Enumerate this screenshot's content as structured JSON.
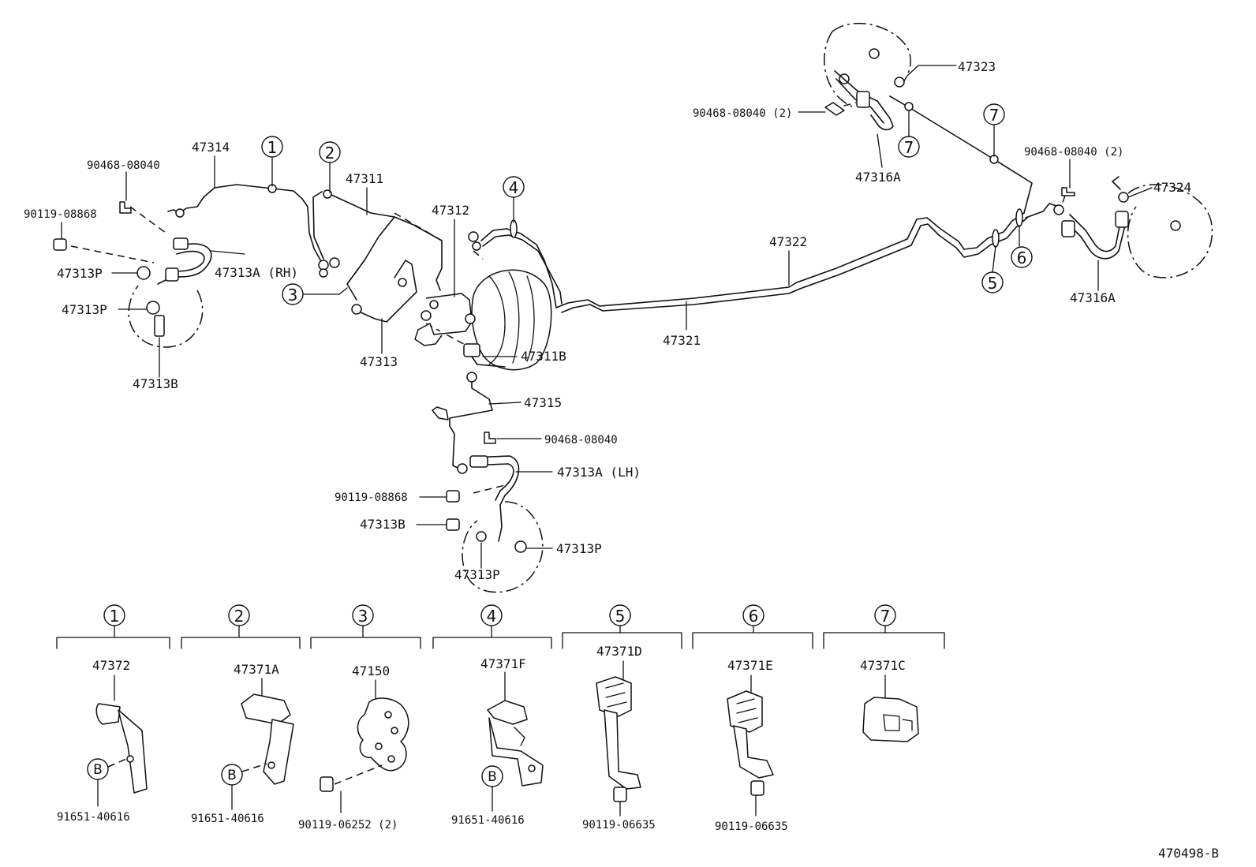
{
  "figure_id": "470498-B",
  "labels": {
    "p47314": "47314",
    "p47311": "47311",
    "p47312": "47312",
    "p47313": "47313",
    "p47311B": "47311B",
    "p47315": "47315",
    "p47321": "47321",
    "p47322": "47322",
    "p47323": "47323",
    "p47324": "47324",
    "p47316A_top": "47316A",
    "p47316A_right": "47316A",
    "p90468_08040_2_top": "90468-08040 (2)",
    "p90468_08040_2_right": "90468-08040 (2)",
    "p90468_08040_left": "90468-08040",
    "p90468_08040_mid": "90468-08040",
    "p90119_08868_left": "90119-08868",
    "p90119_08868_mid": "90119-08868",
    "p47313A_RH": "47313A (RH)",
    "p47313A_LH": "47313A (LH)",
    "p47313P_l1": "47313P",
    "p47313P_l2": "47313P",
    "p47313B_left": "47313B",
    "p47313B_mid": "47313B",
    "p47313P_m1": "47313P",
    "p47313P_m2": "47313P"
  },
  "callouts": {
    "c1": "1",
    "c2": "2",
    "c3": "3",
    "c4": "4",
    "c5": "5",
    "c6": "6",
    "c7a": "7",
    "c7b": "7"
  },
  "details": [
    {
      "key": "1",
      "part": "47372",
      "bolt": "91651-40616",
      "mark": "B"
    },
    {
      "key": "2",
      "part": "47371A",
      "bolt": "91651-40616",
      "mark": "B"
    },
    {
      "key": "3",
      "part": "47150",
      "bolt": "90119-06252 (2)",
      "mark": ""
    },
    {
      "key": "4",
      "part": "47371F",
      "bolt": "91651-40616",
      "mark": "B"
    },
    {
      "key": "5",
      "part": "47371D",
      "bolt": "90119-06635",
      "mark": ""
    },
    {
      "key": "6",
      "part": "47371E",
      "bolt": "90119-06635",
      "mark": ""
    },
    {
      "key": "7",
      "part": "47371C",
      "bolt": "",
      "mark": ""
    }
  ]
}
